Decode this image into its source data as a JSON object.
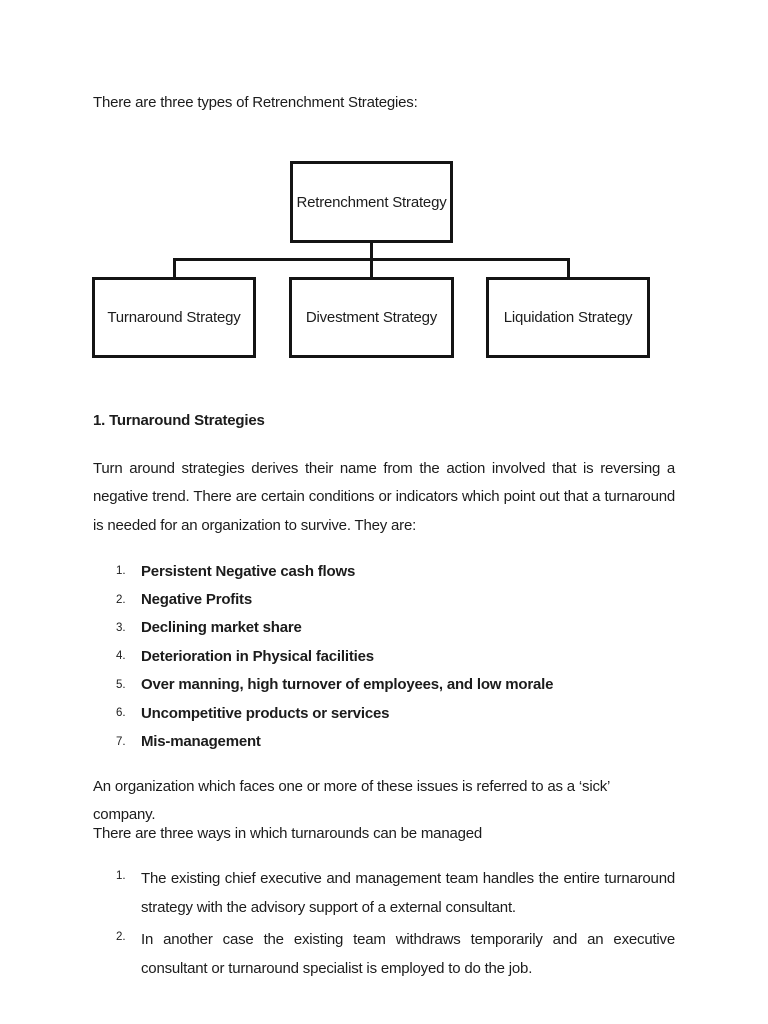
{
  "document": {
    "intro": "There are three types of Retrenchment Strategies:",
    "diagram": {
      "root": "Retrenchment Strategy",
      "children": [
        "Turnaround Strategy",
        "Divestment Strategy",
        "Liquidation Strategy"
      ]
    },
    "heading": "1. Turnaround Strategies",
    "intro_para_lines": [
      "Turn around strategies derives their name from the action involved that is reversing a",
      "negative trend. There are certain conditions or indicators which point out that a turnaround",
      "is needed for an organization to survive. They are:"
    ],
    "indicators": [
      {
        "num": "1.",
        "text": "Persistent Negative cash flows"
      },
      {
        "num": "2.",
        "text": "Negative Profits"
      },
      {
        "num": "3.",
        "text": "Declining market share"
      },
      {
        "num": "4.",
        "text": "Deterioration in Physical facilities"
      },
      {
        "num": "5.",
        "text": "Over manning, high turnover of employees, and low morale"
      },
      {
        "num": "6.",
        "text": "Uncompetitive products or services"
      },
      {
        "num": "7.",
        "text": "Mis-management"
      }
    ],
    "sick_para": "An organization which faces one or more of these issues is referred to as a ‘sick’ company.",
    "ways_para": "There are three ways in which turnarounds can be managed",
    "ways": [
      {
        "num": "1.",
        "lines": [
          "The existing chief executive and management team handles the entire turnaround",
          "strategy with the advisory support of a external consultant."
        ]
      },
      {
        "num": "2.",
        "lines": [
          "In another case the existing team withdraws temporarily and an executive",
          "consultant or turnaround specialist is employed to do the job."
        ]
      }
    ]
  }
}
